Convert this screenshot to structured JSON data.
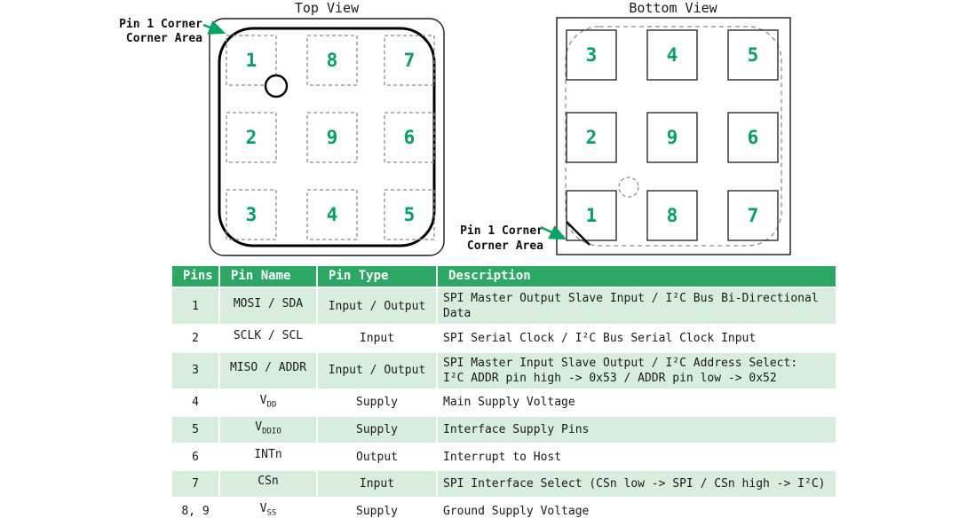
{
  "colors": {
    "accent": "#00A35F",
    "header_bg": "#2BA863",
    "row_alt": "#D7EEDF",
    "ink": "#1A1A1A"
  },
  "top_view": {
    "title": "Top View",
    "pin1_label_line1": "Pin 1 Corner",
    "pin1_label_line2": "Corner Area",
    "pins": [
      [
        "1",
        "8",
        "7"
      ],
      [
        "2",
        "9",
        "6"
      ],
      [
        "3",
        "4",
        "5"
      ]
    ]
  },
  "bottom_view": {
    "title": "Bottom View",
    "pin1_label_line1": "Pin 1 Corner",
    "pin1_label_line2": "Corner Area",
    "pins": [
      [
        "3",
        "4",
        "5"
      ],
      [
        "2",
        "9",
        "6"
      ],
      [
        "1",
        "8",
        "7"
      ]
    ]
  },
  "table": {
    "headers": [
      "Pins",
      "Pin Name",
      "Pin Type",
      "Description"
    ],
    "rows": [
      {
        "pins": "1",
        "name": "MOSI / SDA",
        "name_sub": "",
        "type": "Input / Output",
        "desc": "SPI Master Output Slave Input / I²C Bus Bi-Directional\nData"
      },
      {
        "pins": "2",
        "name": "SCLK / SCL",
        "name_sub": "",
        "type": "Input",
        "desc": "SPI Serial Clock / I²C Bus Serial Clock Input"
      },
      {
        "pins": "3",
        "name": "MISO / ADDR",
        "name_sub": "",
        "type": "Input / Output",
        "desc": "SPI Master Input Slave Output / I²C Address Select:\nI²C ADDR pin high -> 0x53 / ADDR pin low -> 0x52"
      },
      {
        "pins": "4",
        "name": "V",
        "name_sub": "DD",
        "type": "Supply",
        "desc": "Main Supply Voltage"
      },
      {
        "pins": "5",
        "name": "V",
        "name_sub": "DDIO",
        "type": "Supply",
        "desc": "Interface Supply Pins"
      },
      {
        "pins": "6",
        "name": "INTn",
        "name_sub": "",
        "type": "Output",
        "desc": "Interrupt to Host"
      },
      {
        "pins": "7",
        "name": "CSn",
        "name_sub": "",
        "type": "Input",
        "desc": "SPI Interface Select (CSn low -> SPI / CSn high -> I²C)"
      },
      {
        "pins": "8, 9",
        "name": "V",
        "name_sub": "SS",
        "type": "Supply",
        "desc": "Ground Supply Voltage"
      }
    ]
  }
}
